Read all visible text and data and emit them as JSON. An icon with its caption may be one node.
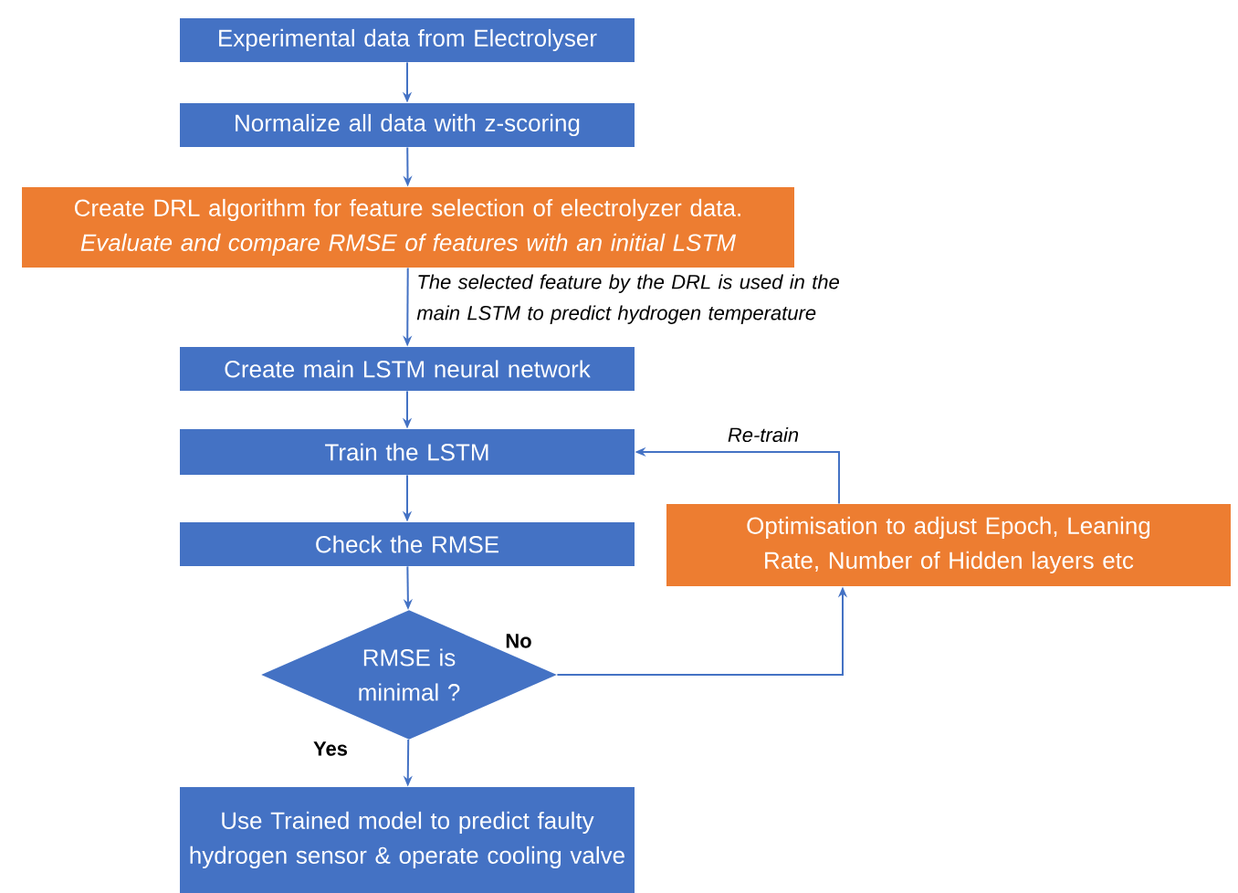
{
  "diagram": {
    "nodes": [
      {
        "text": [
          "Experimental data from Electrolyser"
        ]
      },
      {
        "text": [
          "Normalize all data with z-scoring"
        ]
      },
      {
        "text": [
          "Create DRL algorithm for feature selection of electrolyzer data.",
          "Evaluate and compare RMSE of features with an initial LSTM"
        ]
      },
      {
        "text": [
          "Create main LSTM neural network"
        ]
      },
      {
        "text": [
          "Train the LSTM"
        ]
      },
      {
        "text": [
          "Check the RMSE"
        ]
      },
      {
        "text": [
          "RMSE is minimal ?"
        ]
      },
      {
        "text": [
          "Use Trained model to predict faulty hydrogen sensor & operate cooling valve"
        ]
      },
      {
        "text": [
          "Optimisation to adjust Epoch, Leaning Rate, Number of Hidden layers etc"
        ]
      }
    ],
    "edges": [
      {
        "from": 0,
        "to": 1,
        "arrow": "to"
      },
      {
        "from": 1,
        "to": 2,
        "arrow": "to"
      },
      {
        "from": 2,
        "to": 3,
        "arrow": "to",
        "label": "The selected feature by the DRL is used in the main LSTM to predict hydrogen temperature"
      },
      {
        "from": 3,
        "to": 4,
        "arrow": "to"
      },
      {
        "from": 4,
        "to": 5,
        "arrow": "to"
      },
      {
        "from": 5,
        "to": 6,
        "arrow": "to"
      },
      {
        "from": 6,
        "to": 7,
        "arrow": "to",
        "label": "Yes"
      },
      {
        "from": 6,
        "to": 8,
        "arrow": "to",
        "label": "No"
      },
      {
        "from": 8,
        "to": 4,
        "arrow": "to",
        "label": "Re-train"
      }
    ]
  }
}
